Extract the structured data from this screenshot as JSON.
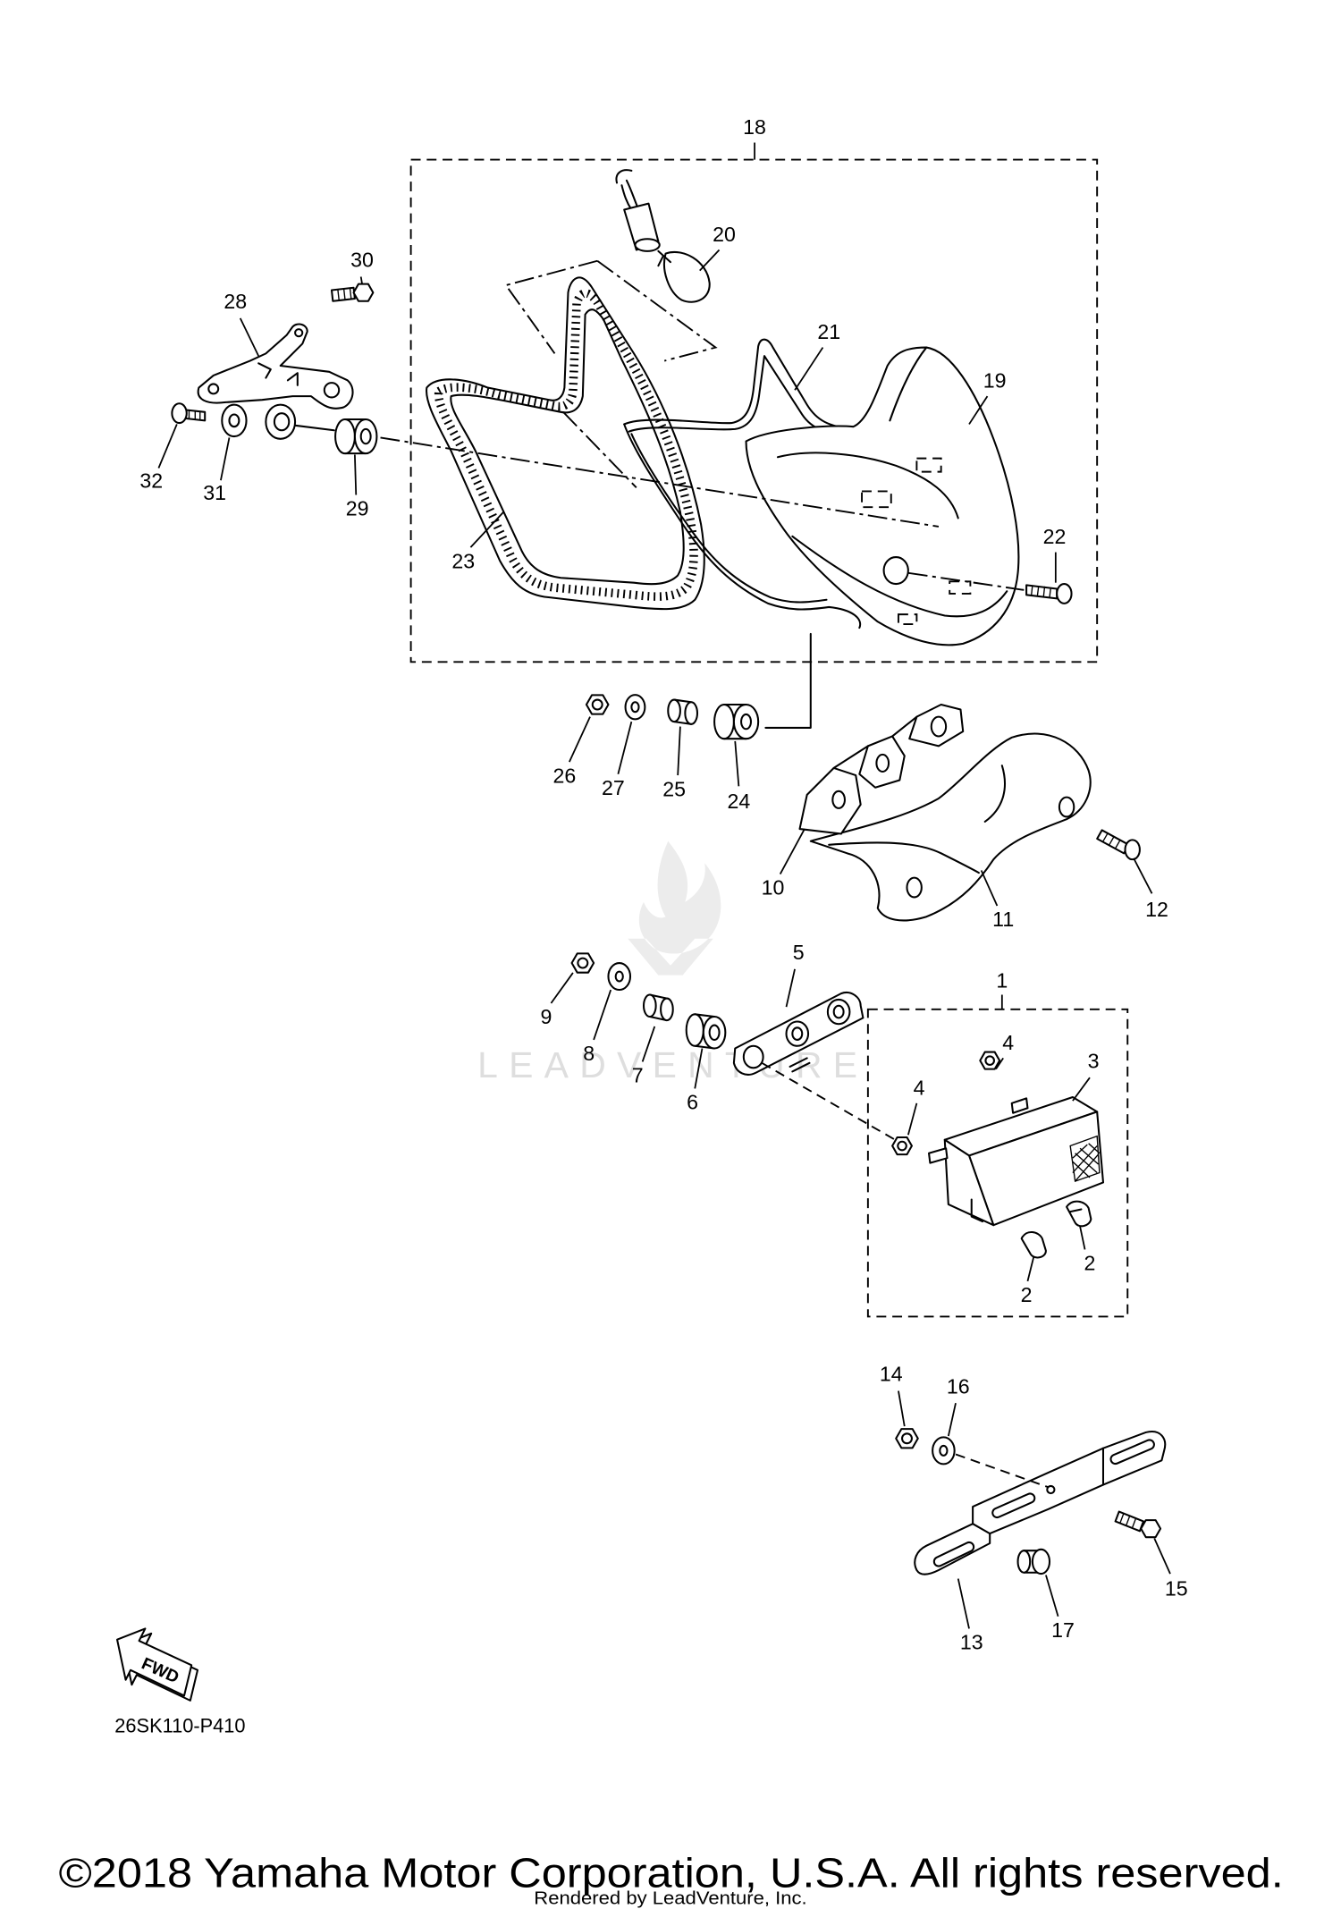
{
  "diagram": {
    "callouts": [
      "18",
      "20",
      "30",
      "28",
      "21",
      "19",
      "32",
      "31",
      "29",
      "23",
      "22",
      "26",
      "27",
      "25",
      "24",
      "10",
      "11",
      "12",
      "5",
      "1",
      "9",
      "8",
      "7",
      "6",
      "4",
      "3",
      "4",
      "2",
      "2",
      "14",
      "16",
      "15",
      "13",
      "17"
    ],
    "drawing_code": "26SK110-P410",
    "fwd_label": "FWD"
  },
  "watermark": {
    "text": "LEADVENTURE"
  },
  "footer": {
    "copyright": "©2018 Yamaha Motor Corporation, U.S.A. All rights reserved.",
    "rendered_by": "Rendered by LeadVenture, Inc."
  },
  "colors": {
    "line": "#000000",
    "background": "#ffffff",
    "watermark": "#dedede"
  }
}
